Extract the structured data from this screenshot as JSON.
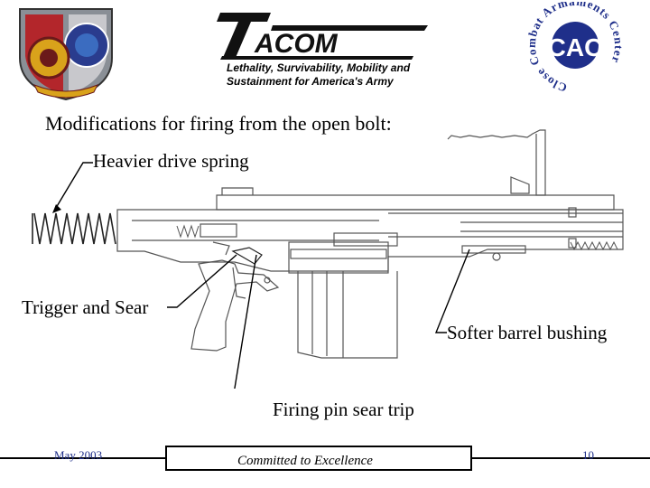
{
  "header": {
    "tacom_logo_text": "ACOM",
    "tacom_tagline_1": "Lethality, Survivability, Mobility and",
    "tacom_tagline_2": "Sustainment for America's Army",
    "ccac_logo": {
      "ring_text": "Close Combat Armaments Center",
      "monogram": "CAC"
    }
  },
  "slide": {
    "title": "Modifications for firing from the open bolt:",
    "callouts": {
      "spring": "Heavier drive spring",
      "trigger": "Trigger and Sear",
      "bushing": "Softer barrel bushing",
      "firing_pin": "Firing pin sear trip"
    }
  },
  "footer": {
    "date": "May 2003",
    "motto": "Committed to Excellence",
    "page": "10"
  },
  "colors": {
    "footer_text": "#1f2f8a",
    "ccac_blue": "#1f2f8a",
    "crest_red": "#b3262b",
    "crest_gold": "#d9a21b"
  }
}
